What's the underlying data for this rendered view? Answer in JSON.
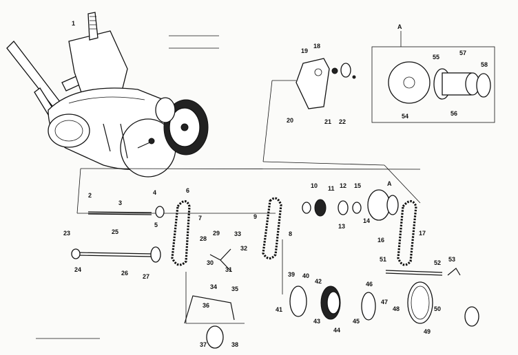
{
  "callouts": [
    "1",
    "2",
    "3",
    "4",
    "5",
    "6",
    "7",
    "8",
    "9",
    "10",
    "11",
    "12",
    "13",
    "14",
    "15",
    "16",
    "17",
    "18",
    "19",
    "20",
    "21",
    "22",
    "23",
    "24",
    "25",
    "26",
    "27",
    "28",
    "29",
    "30",
    "31",
    "32",
    "33",
    "34",
    "35",
    "36",
    "37",
    "38",
    "39",
    "40",
    "41",
    "42",
    "43",
    "44",
    "45",
    "46",
    "47",
    "48",
    "49",
    "50",
    "51",
    "52",
    "53",
    "54",
    "55",
    "56",
    "57",
    "58",
    "A"
  ]
}
